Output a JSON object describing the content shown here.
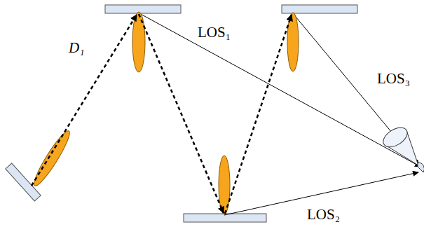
{
  "diagram": {
    "labels": [
      "D₁",
      "LOS₁",
      "LOS₂",
      "LOS₃"
    ]
  }
}
